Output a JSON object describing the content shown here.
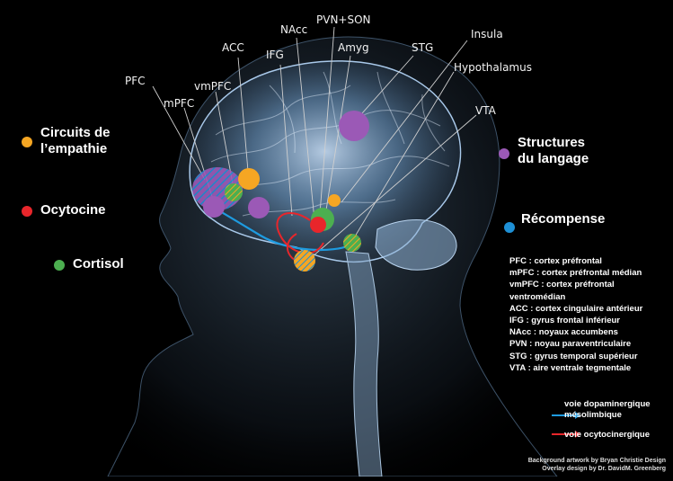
{
  "labels": {
    "pfc": "PFC",
    "mpfc": "mPFC",
    "vmpfc": "vmPFC",
    "acc": "ACC",
    "ifg": "IFG",
    "nacc": "NAcc",
    "pvn_son": "PVN+SON",
    "amyg": "Amyg",
    "stg": "STG",
    "insula": "Insula",
    "hypothalamus": "Hypothalamus",
    "vta": "VTA"
  },
  "categories": {
    "empathy": "Circuits de\nl’empathie",
    "oxytocin": "Ocytocine",
    "cortisol": "Cortisol",
    "language": "Structures\ndu langage",
    "reward": "Récompense"
  },
  "colors": {
    "empathy": "#f5a623",
    "oxytocin": "#e8262b",
    "cortisol": "#4caf50",
    "language": "#9b59b6",
    "reward": "#1e90d6",
    "dopamine_path": "#1e9be0",
    "oxytocin_path": "#e8262b"
  },
  "glossary": [
    "PFC : cortex préfrontal",
    "mPFC : cortex préfrontal médian",
    "vmPFC : cortex préfrontal",
    "ventromédian",
    "ACC : cortex cingulaire antérieur",
    "IFG : gyrus frontal inférieur",
    "NAcc : noyaux accumbens",
    "PVN : noyau paraventriculaire",
    "STG : gyrus temporal supérieur",
    "VTA : aire ventrale tegmentale"
  ],
  "pathway_legend": {
    "dopamine": "voie dopaminergique\nmésolimbique",
    "oxytocin": "voie ocytocinergique"
  },
  "credits": {
    "line1": "Background artwork by Bryan Christie Design",
    "line2": "Overlay design by Dr. DavidM. Greenberg"
  }
}
